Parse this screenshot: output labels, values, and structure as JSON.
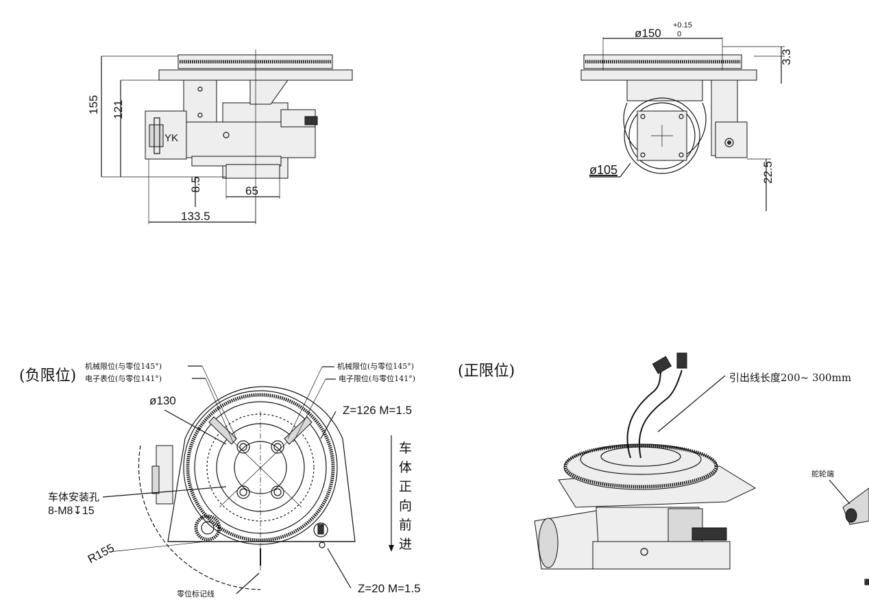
{
  "side_view": {
    "dim_155": "155",
    "dim_121": "121",
    "dim_8_5": "8.5",
    "dim_65": "65",
    "dim_133_5": "133.5",
    "motor_label": "YK"
  },
  "front_view": {
    "dim_d150": "ø150",
    "tol_upper": "+0.15",
    "tol_lower": "0",
    "dim_3_3": "3.3",
    "dim_d105": "ø105",
    "dim_22_5": "22.5"
  },
  "top_view": {
    "neg_limit": "(负限位)",
    "mech_limit_left": "机械限位(与零位145°)",
    "elec_limit_left": "电子表位(与零位141°)",
    "mech_limit_right": "机械限位(与零位145°)",
    "elec_limit_right": "电子限位(与零位141°)",
    "pos_limit": "(正限位)",
    "dim_d130": "ø130",
    "gear_big": "Z=126  M=1.5",
    "forward_dir": [
      "车",
      "体",
      "正",
      "向",
      "前",
      "进"
    ],
    "mount_hole_line1": "车体安装孔",
    "mount_hole_line2": "8-M8↧15",
    "radius": "R155",
    "zero_mark": "零位标记线",
    "gear_small": "Z=20  M=1.5"
  },
  "iso_view": {
    "cable_length": "引出线长度200~ 300mm",
    "caster_label": "舵轮端"
  }
}
